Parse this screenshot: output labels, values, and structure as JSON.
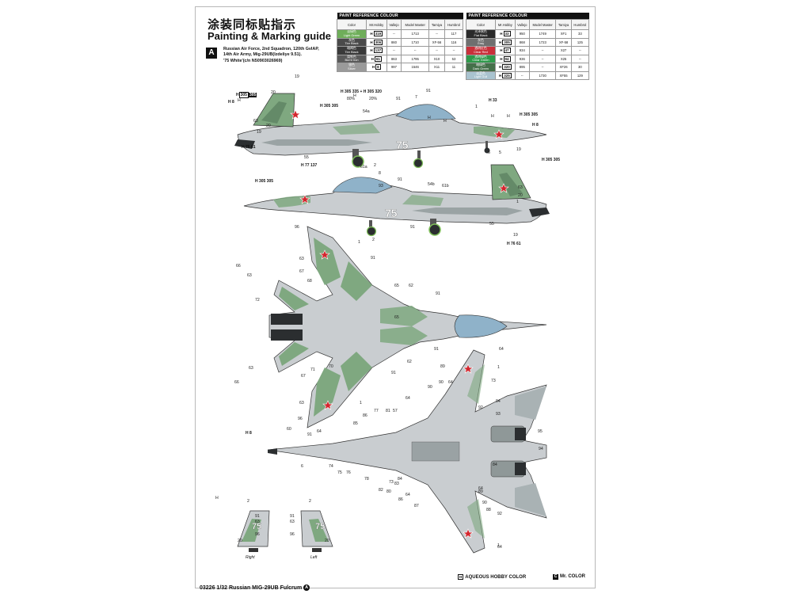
{
  "header": {
    "title_cn": "涂装同标贴指示",
    "title_en": "Painting & Marking guide"
  },
  "scheme": {
    "letter": "A",
    "lines": [
      "Russian Air Force, 2nd Squadron, 120th GvIAP,",
      "14th Air Army, Mig-29UB(Izdeliye 9.51).",
      "'75 White'(c/n N50903026969)"
    ]
  },
  "color_table": {
    "caption": "PAINT REFERENCE COLOUR",
    "headers": [
      "Color",
      "Mr.Hobby",
      "Vallejo",
      "Model Master",
      "Tamiya",
      "Humbrol"
    ],
    "left_rows": [
      {
        "cn": "淡绿色",
        "name": "Light Green",
        "swatch": "#6fae5a",
        "hobby": "319",
        "vallejo": "--",
        "master": "1713",
        "tamiya": "--",
        "humbrol": "117"
      },
      {
        "cn": "灰色",
        "name": "Tire Black",
        "swatch": "#4a4a4a",
        "hobby": "306",
        "vallejo": "860",
        "master": "1710",
        "tamiya": "XF-56",
        "humbrol": "116"
      },
      {
        "cn": "暗褐色",
        "name": "Tire Black",
        "swatch": "#3a3a3a",
        "hobby": "137",
        "vallejo": "--",
        "master": "--",
        "tamiya": "--",
        "humbrol": "--"
      },
      {
        "cn": "烧铁色",
        "name": "Burnt Iron",
        "swatch": "#5a5a5a",
        "hobby": "61",
        "vallejo": "863",
        "master": "1795",
        "tamiya": "X10",
        "humbrol": "53"
      },
      {
        "cn": "银色",
        "name": "Silver",
        "swatch": "#9a9a9a",
        "hobby": "8",
        "vallejo": "997",
        "master": "1546",
        "tamiya": "X11",
        "humbrol": "11"
      }
    ],
    "right_rows": [
      {
        "cn": "光泽黑色",
        "name": "Flat Black",
        "swatch": "#2a2a2a",
        "hobby": "33",
        "vallejo": "950",
        "master": "1749",
        "tamiya": "XF1",
        "humbrol": "33"
      },
      {
        "cn": "灰色",
        "name": "Gray",
        "swatch": "#6f6f6f",
        "hobby": "305",
        "vallejo": "868",
        "master": "1723",
        "tamiya": "XF-58",
        "humbrol": "125"
      },
      {
        "cn": "透明红色",
        "name": "Clear Red",
        "swatch": "#c9303a",
        "hobby": "47",
        "vallejo": "934",
        "master": "--",
        "tamiya": "X27",
        "humbrol": "--"
      },
      {
        "cn": "透明绿色",
        "name": "Clear Green",
        "swatch": "#2e9a4a",
        "hobby": "94",
        "vallejo": "936",
        "master": "--",
        "tamiya": "X25",
        "humbrol": "--"
      },
      {
        "cn": "暗绿色",
        "name": "Dark Green",
        "swatch": "#45704a",
        "hobby": "320",
        "vallejo": "895",
        "master": "--",
        "tamiya": "XF26",
        "humbrol": "30"
      },
      {
        "cn": "淡蓝色",
        "name": "Light Gull",
        "swatch": "#a9c3cf",
        "hobby": "325",
        "vallejo": "--",
        "master": "1730",
        "tamiya": "XF55",
        "humbrol": "129"
      }
    ]
  },
  "callouts": {
    "side_top": [
      "19",
      "20",
      "63",
      "20",
      "19",
      "55",
      "61a",
      "2",
      "54a",
      "91",
      "7",
      "91",
      "1",
      "6",
      "5",
      "19",
      "H",
      "H",
      "H",
      "H",
      "H",
      "H",
      "H"
    ],
    "side_bottom": [
      "8",
      "91",
      "93",
      "54b",
      "61b",
      "63",
      "20",
      "1",
      "55",
      "19",
      "2",
      "91"
    ],
    "top_view": [
      "96",
      "1",
      "63",
      "91",
      "66",
      "67",
      "63",
      "68",
      "65",
      "62",
      "72",
      "91",
      "65",
      "70",
      "71",
      "67",
      "91",
      "63",
      "66",
      "63",
      "96",
      "1",
      "62",
      "91",
      "6",
      "60"
    ],
    "bottom_view": [
      "64",
      "1",
      "89",
      "90",
      "64",
      "73",
      "92",
      "94",
      "93",
      "90",
      "64",
      "86",
      "85",
      "77",
      "81",
      "57",
      "64",
      "91",
      "74",
      "75",
      "76",
      "78",
      "82",
      "80",
      "73",
      "84",
      "86",
      "64",
      "83",
      "87",
      "84",
      "64",
      "89",
      "90",
      "88",
      "92",
      "95",
      "94",
      "1",
      "64"
    ],
    "fins": [
      "2",
      "91",
      "63",
      "96",
      "20",
      "H",
      "2",
      "91",
      "63",
      "96",
      "20"
    ]
  },
  "hcodes": {
    "top1": {
      "a": "305",
      "b": "305"
    },
    "side_labels": [
      "H 305 335 + H 305 320",
      "H 8",
      "H 305 305",
      "H 33",
      "H 305 305",
      "H 8",
      "H 8",
      "H 76 61",
      "H 77 137",
      "H 305 305",
      "H 305 305",
      "H 76 61"
    ],
    "percent_a": "80%",
    "percent_b": "20%"
  },
  "aircraft": {
    "number": "75",
    "colors": {
      "light_gray": "#c9cdd0",
      "green": "#7fa880",
      "mid_gray": "#8f9898",
      "dark": "#2b2e30",
      "canopy": "#8fb2c9",
      "star_red": "#d4262e"
    }
  },
  "fin_captions": {
    "right": "Right",
    "left": "Left"
  },
  "legend": {
    "aqueous_box": "H",
    "aqueous": "AQUEOUS HOBBY COLOR",
    "mr_box": "C",
    "mr": "Mr. COLOR"
  },
  "footer": {
    "code": "03226",
    "scale": "1/32",
    "name": "Russian MIG-29UB Fulcrum",
    "circle": "A"
  }
}
